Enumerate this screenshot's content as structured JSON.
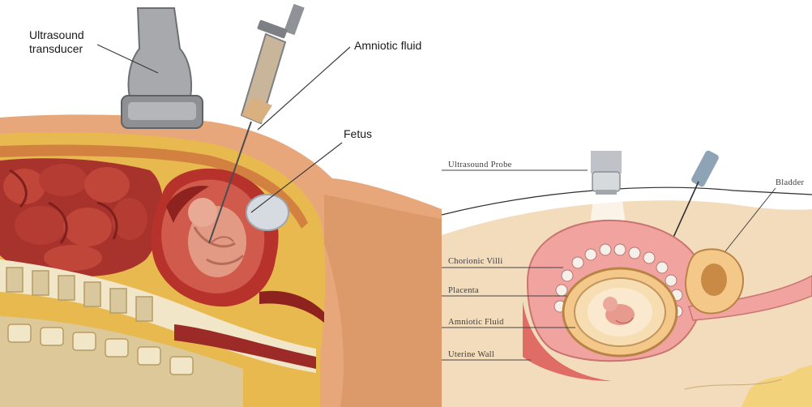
{
  "left_diagram": {
    "labels": {
      "transducer_line1": "Ultrasound",
      "transducer_line2": "transducer",
      "amniotic_fluid": "Amniotic fluid",
      "fetus": "Fetus"
    }
  },
  "right_diagram": {
    "labels": {
      "probe": "Ultrasound Probe",
      "bladder": "Bladder",
      "chorionic_villi": "Chorionic Villi",
      "placenta": "Placenta",
      "amniotic_fluid": "Amniotic Fluid",
      "uterine_wall": "Uterine Wall"
    }
  },
  "colors": {
    "skin": "#e7a77a",
    "fat": "#e7b94f",
    "uterus": "#b8322c",
    "intestine": "#a8322c",
    "spine": "#f2e6c8",
    "probe_metal": "#a7a9ac",
    "right_skin": "#f3dcbc",
    "right_uterus": "#f1a3a0"
  }
}
